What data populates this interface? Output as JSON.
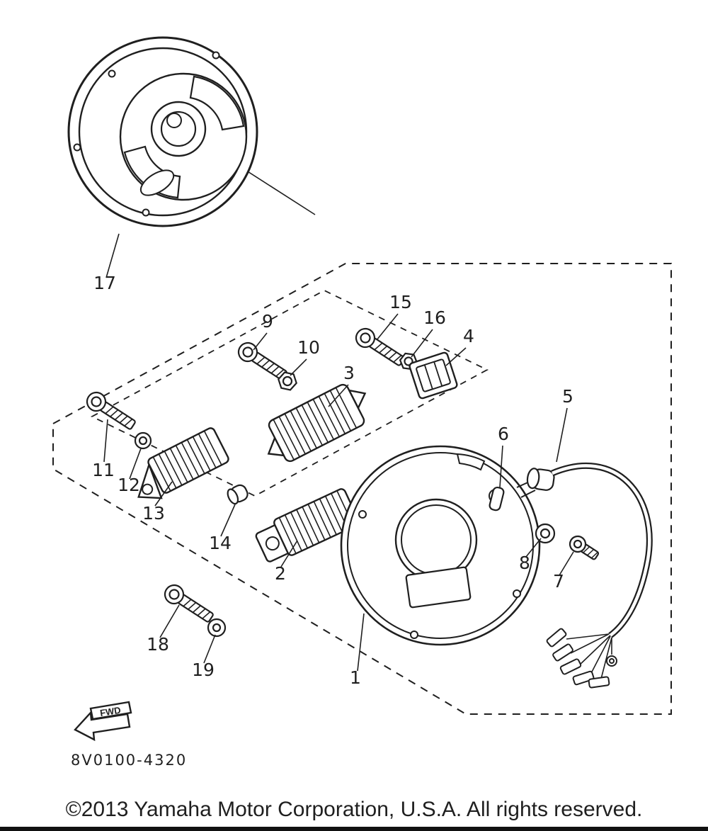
{
  "diagram": {
    "part_number": "8V0100-4320",
    "fwd_label": "FWD",
    "copyright": "©2013 Yamaha Motor Corporation, U.S.A. All rights reserved.",
    "ink_color": "#1f1f1f",
    "background_color": "#ffffff",
    "callouts": {
      "n1": "1",
      "n2": "2",
      "n3": "3",
      "n4": "4",
      "n5": "5",
      "n6": "6",
      "n7": "7",
      "n8": "8",
      "n9": "9",
      "n10": "10",
      "n11": "11",
      "n12": "12",
      "n13": "13",
      "n14": "14",
      "n15": "15",
      "n16": "16",
      "n17": "17",
      "n18": "18",
      "n19": "19"
    }
  }
}
